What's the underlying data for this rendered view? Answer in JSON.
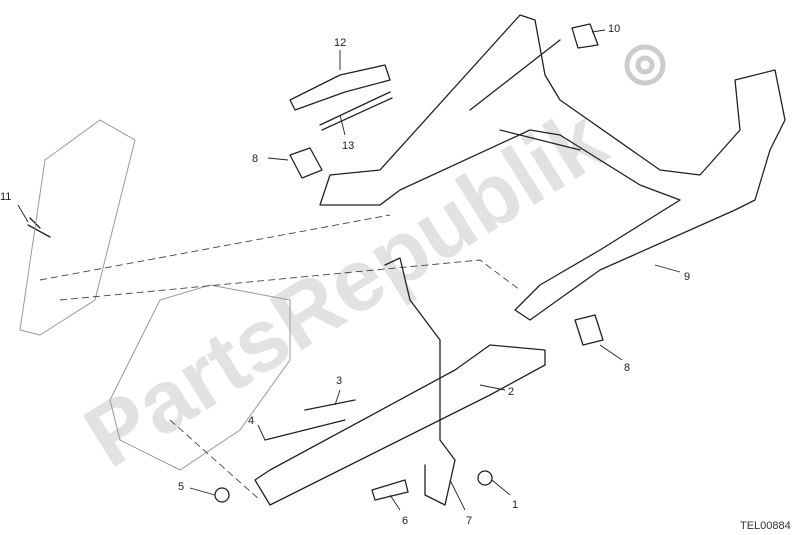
{
  "diagram": {
    "callouts": [
      "12",
      "10",
      "13",
      "8",
      "11",
      "9",
      "8",
      "3",
      "2",
      "4",
      "5",
      "6",
      "7",
      "1"
    ],
    "drawing_code": "TEL00884",
    "watermark": "PartsRepublik",
    "watermark_icon": "gear-icon"
  }
}
